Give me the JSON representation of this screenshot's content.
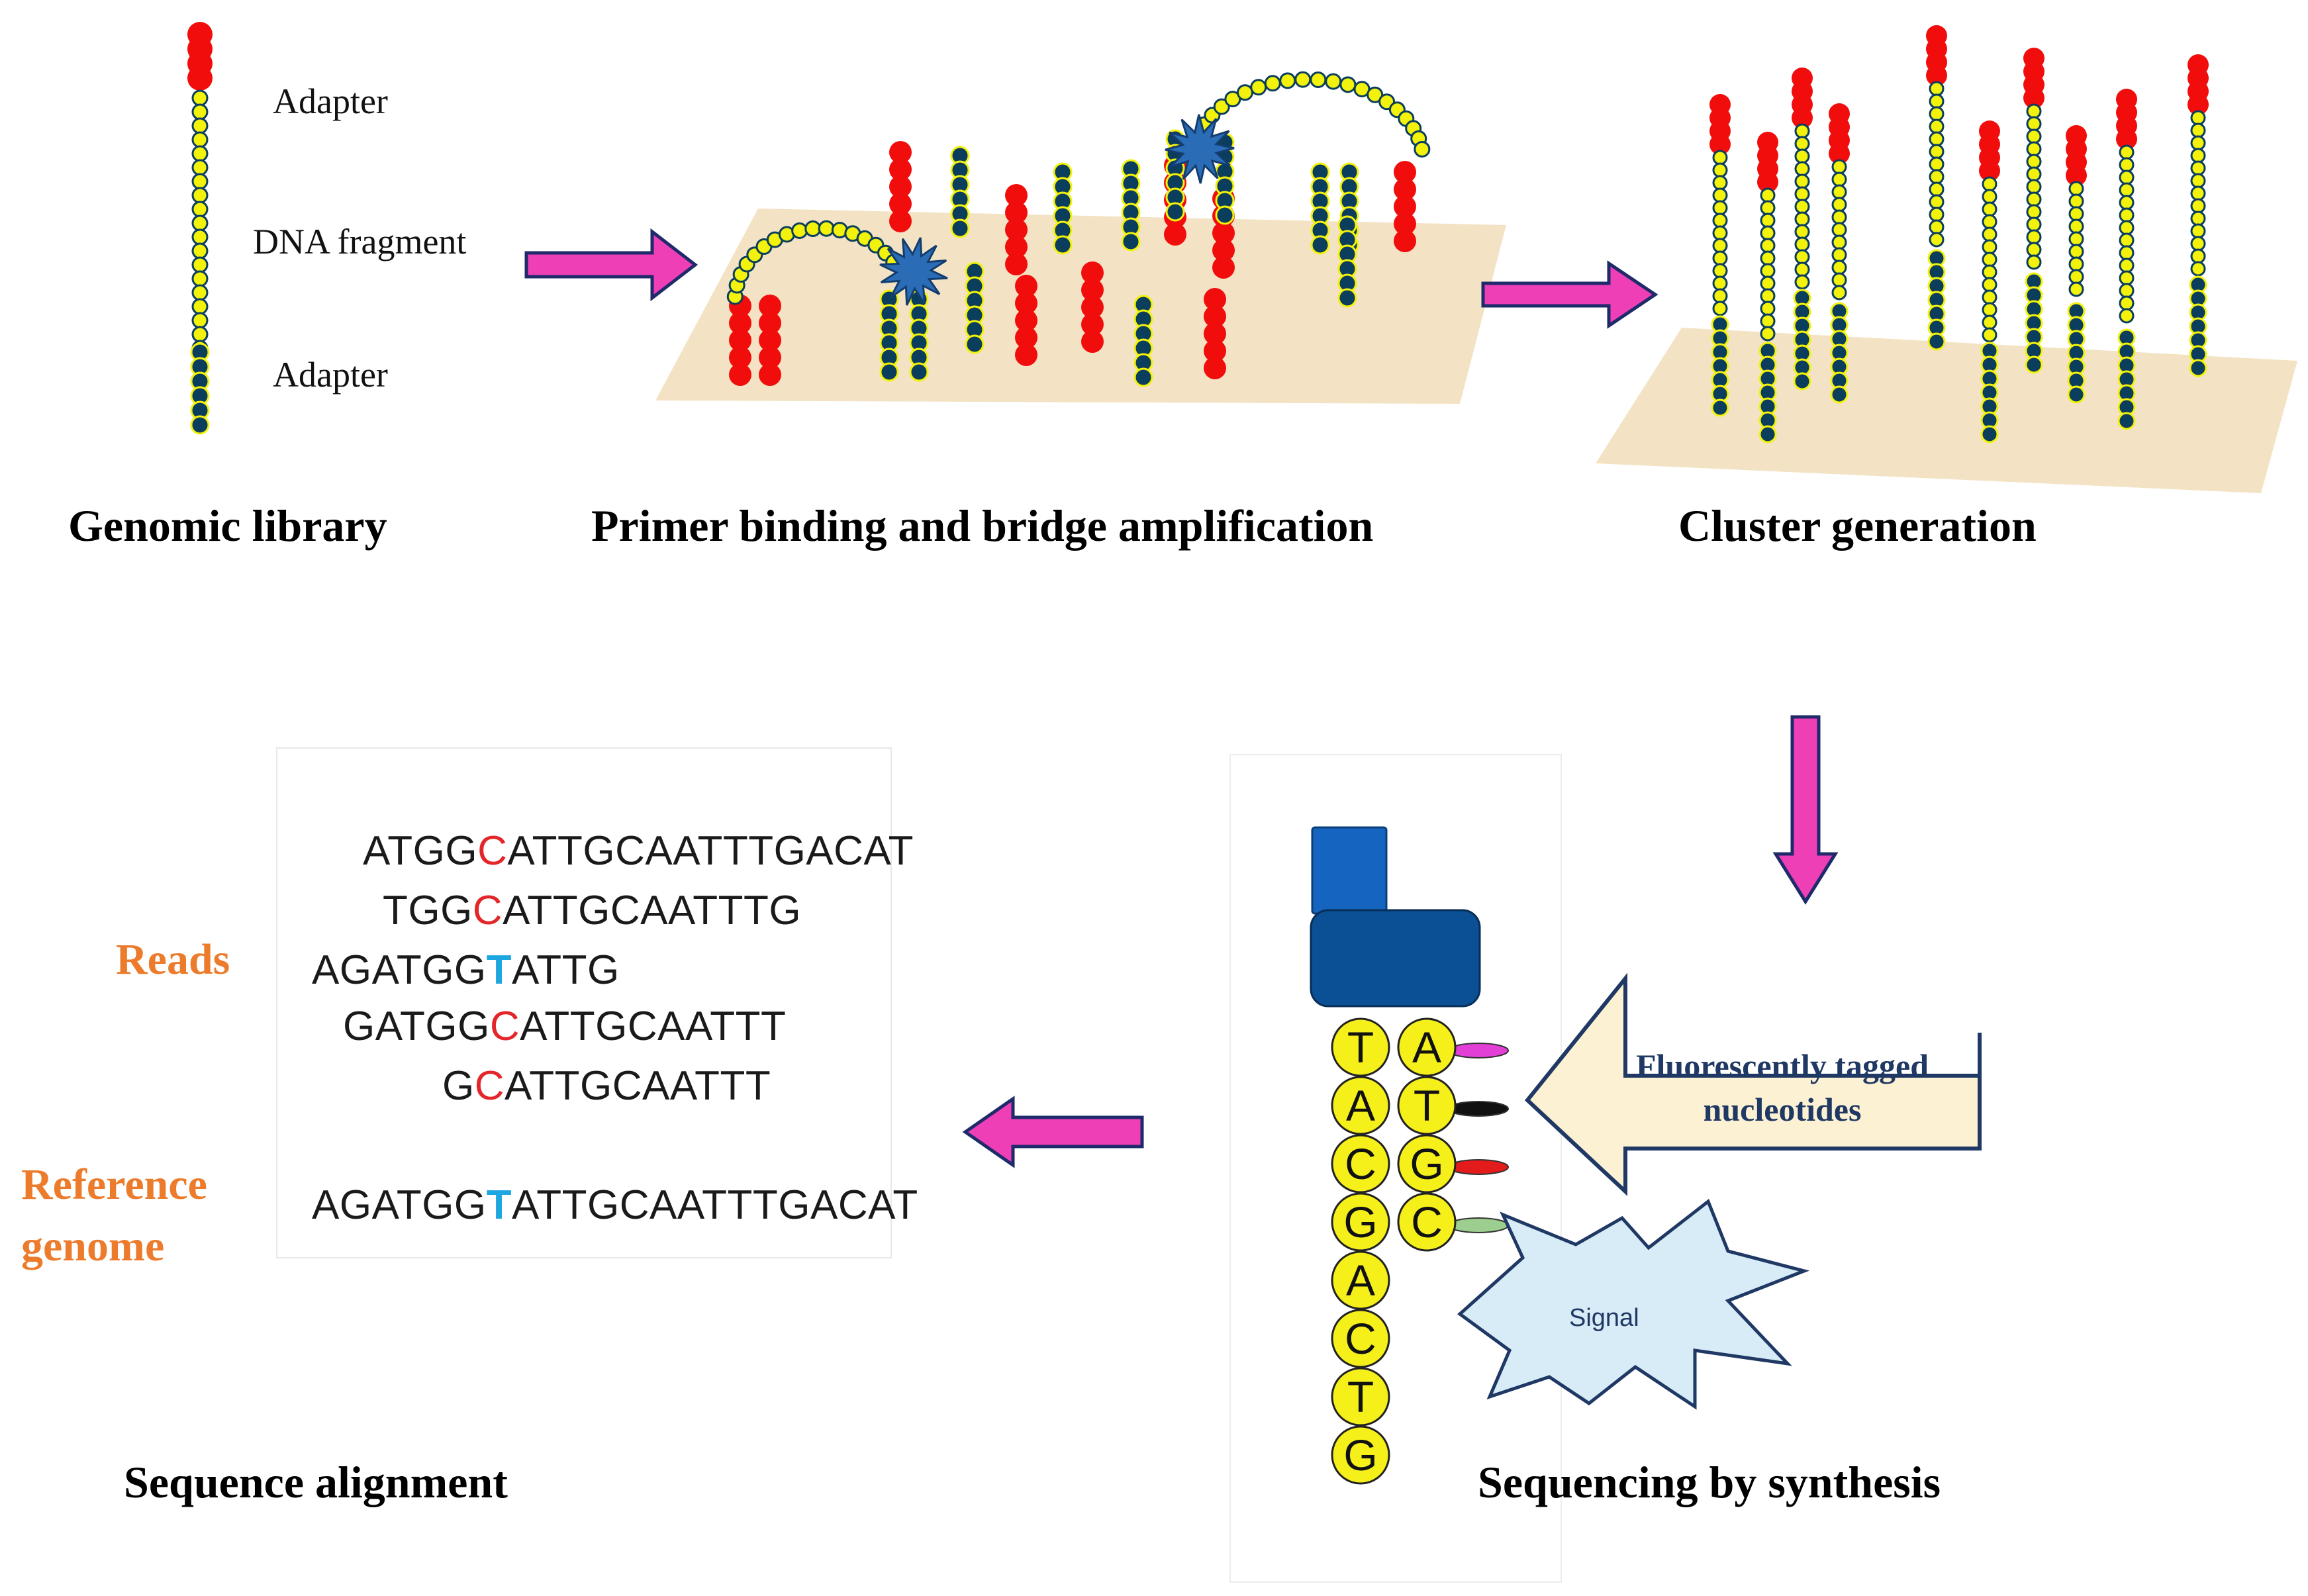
{
  "labels": {
    "adapter_top": "Adapter",
    "dna_fragment": "DNA fragment",
    "adapter_bottom": "Adapter"
  },
  "steps": {
    "genomic_library": "Genomic library",
    "primer_binding": "Primer binding and bridge amplification",
    "cluster_generation": "Cluster generation",
    "sequencing_by_synthesis": "Sequencing by synthesis",
    "sequence_alignment": "Sequence alignment"
  },
  "alignment": {
    "reads_label": "Reads",
    "reference_label_line1": "Reference",
    "reference_label_line2": "genome",
    "reads": [
      {
        "pre": "ATGG",
        "mut": "C",
        "post": "ATTGCAATTTGACAT",
        "mut_color": "#e3262a"
      },
      {
        "pre": "TGG",
        "mut": "C",
        "post": "ATTGCAATTTG",
        "mut_color": "#e3262a"
      },
      {
        "pre": "AGATGG",
        "mut": "T",
        "post": "ATTG",
        "mut_color": "#1ea6e0"
      },
      {
        "pre": "GATGG",
        "mut": "C",
        "post": "ATTGCAATTT",
        "mut_color": "#e3262a"
      },
      {
        "pre": "G",
        "mut": "C",
        "post": "ATTGCAATTT",
        "mut_color": "#e3262a"
      }
    ],
    "reference": {
      "pre": "AGATGG",
      "mut": "T",
      "post": "ATTGCAATTTGACAT",
      "mut_color": "#1ea6e0"
    }
  },
  "sbs": {
    "template_bases": [
      "T",
      "A",
      "C",
      "G",
      "A",
      "C",
      "T",
      "G"
    ],
    "synth_bases": [
      "A",
      "T",
      "G",
      "C"
    ],
    "tag_colors": [
      "#e23fd6",
      "#111111",
      "#e31b1b",
      "#9ccf8f"
    ],
    "callout_line1": "Fluorescently tagged",
    "callout_line2": "nucleotides",
    "signal": "Signal"
  },
  "colors": {
    "adapter_red": "#f20d0d",
    "fragment_yellow": "#f2f20c",
    "adapter_dark": "#0b3d5c",
    "arrow_magenta": "#ee3fb7",
    "arrow_outline": "#1f2a6b",
    "surface": "#f3e3c4",
    "star_blue": "#2a6db6",
    "polymerase_blue": "#1565c0",
    "polymerase_dark": "#0b4f94",
    "callout_fill": "#fdf1d3",
    "signal_fill": "#d8ecf7"
  }
}
